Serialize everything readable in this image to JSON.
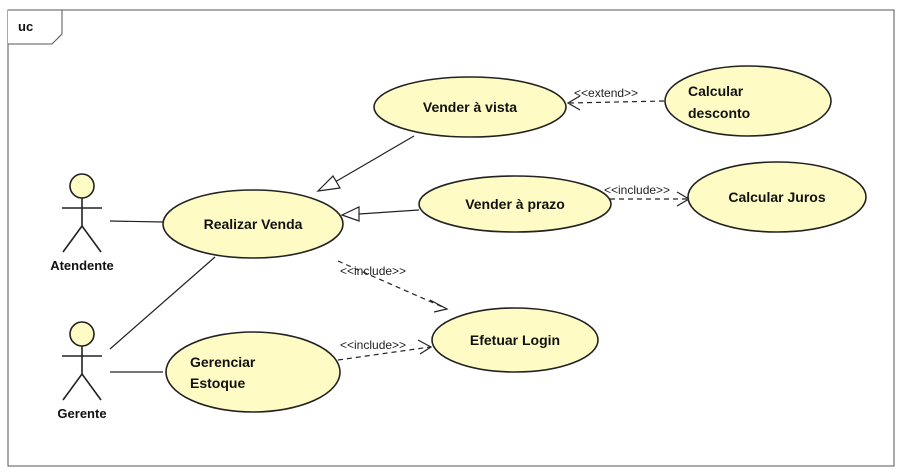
{
  "frame": {
    "label": "uc"
  },
  "actors": {
    "atendente": "Atendente",
    "gerente": "Gerente"
  },
  "use_cases": {
    "vender_vista": "Vender à vista",
    "calcular_desconto_1": "Calcular",
    "calcular_desconto_2": "desconto",
    "realizar_venda": "Realizar Venda",
    "vender_prazo": "Vender à prazo",
    "calcular_juros": "Calcular Juros",
    "efetuar_login": "Efetuar Login",
    "gerenciar_estoque_1": "Gerenciar",
    "gerenciar_estoque_2": "Estoque"
  },
  "relations": {
    "extend_label": "<<extend>>",
    "include_juros": "<<include>>",
    "include_login_venda": "<<include>>",
    "include_login_estoque": "<<include>>"
  },
  "colors": {
    "usecase_fill": "#fffbc4",
    "line": "#222222",
    "frame": "#555555"
  }
}
